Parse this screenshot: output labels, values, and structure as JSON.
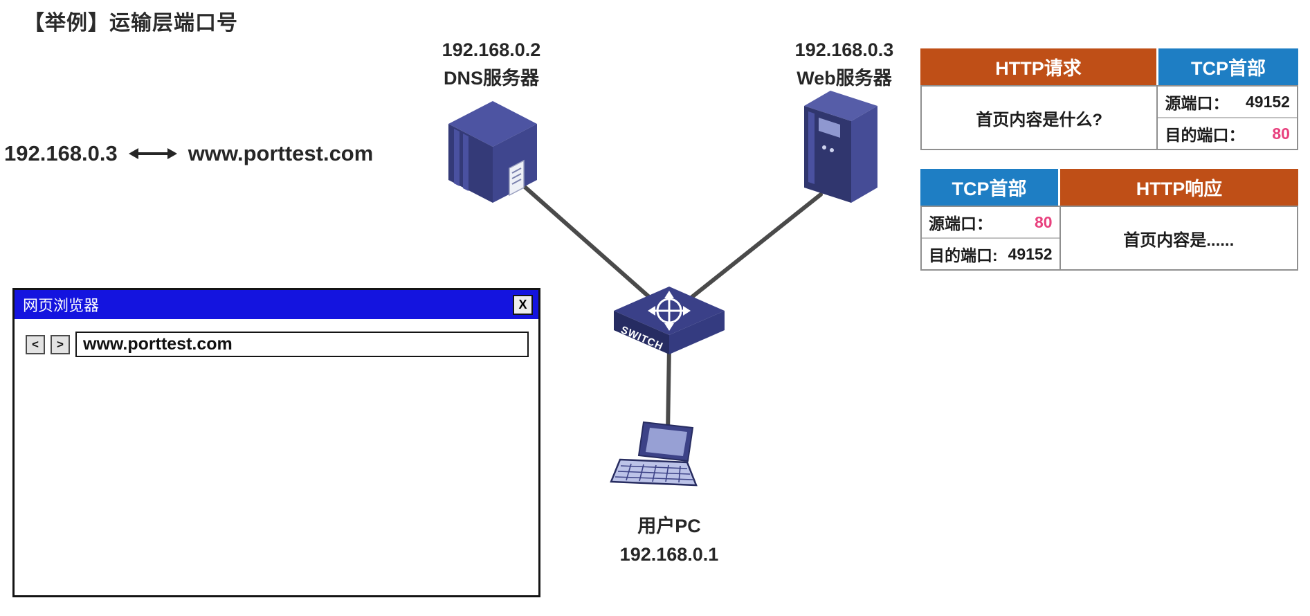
{
  "title": "【举例】运输层端口号",
  "dns_server": {
    "ip": "192.168.0.2",
    "name": "DNS服务器"
  },
  "web_server": {
    "ip": "192.168.0.3",
    "name": "Web服务器"
  },
  "dns_mapping": {
    "ip": "192.168.0.3",
    "domain": "www.porttest.com"
  },
  "browser": {
    "title": "网页浏览器",
    "close_label": "X",
    "back_label": "<",
    "forward_label": ">",
    "address": "www.porttest.com"
  },
  "switch": {
    "label": "SWITCH"
  },
  "user_pc": {
    "name": "用户PC",
    "ip": "192.168.0.1"
  },
  "request_packet": {
    "http_header": "HTTP请求",
    "tcp_header": "TCP首部",
    "payload": "首页内容是什么?",
    "src_label": "源端口：",
    "src_value": "49152",
    "dst_label": "目的端口：",
    "dst_value": "80"
  },
  "response_packet": {
    "tcp_header": "TCP首部",
    "http_header": "HTTP响应",
    "src_label": "源端口：",
    "src_value": "80",
    "dst_label": "目的端口:",
    "dst_value": "49152",
    "payload": "首页内容是......"
  },
  "colors": {
    "http_orange": "#BF4F17",
    "tcp_blue": "#1E7EC4",
    "port_pink": "#E8417E",
    "titlebar_blue": "#1414DF",
    "link_gray": "#4a4a4a"
  }
}
